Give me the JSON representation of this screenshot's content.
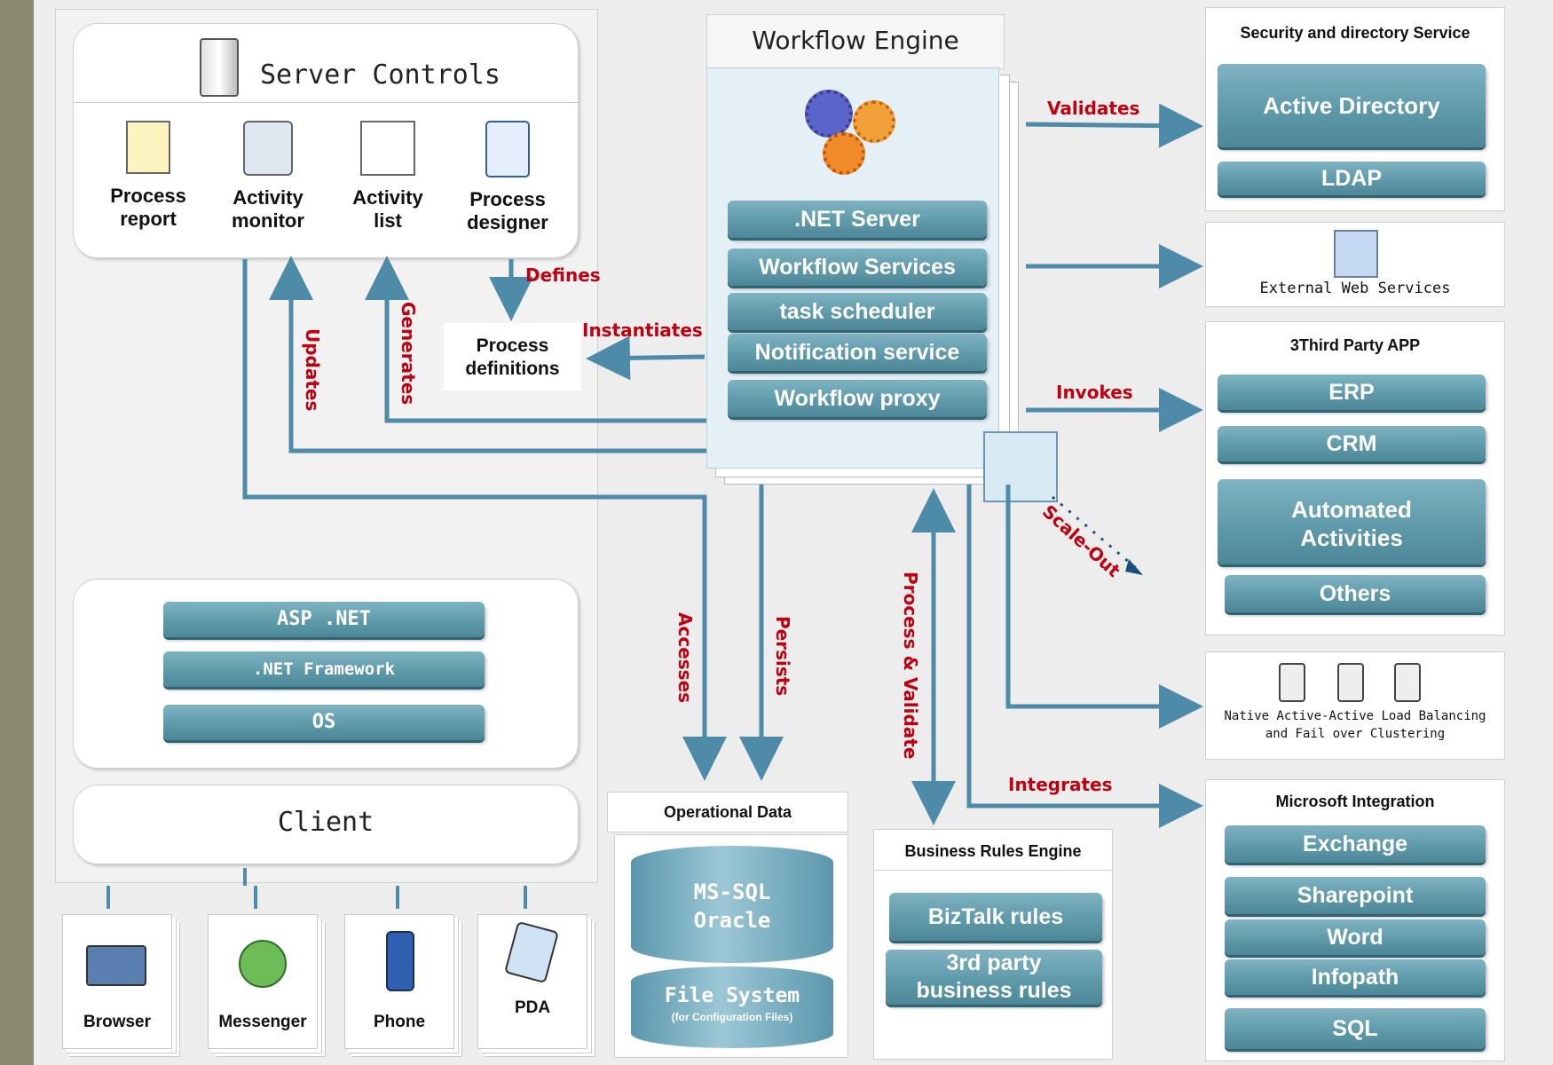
{
  "server_controls": {
    "title": "Server Controls",
    "items": [
      {
        "label_1": "Process",
        "label_2": "report"
      },
      {
        "label_1": "Activity",
        "label_2": "monitor"
      },
      {
        "label_1": "Activity",
        "label_2": "list"
      },
      {
        "label_1": "Process",
        "label_2": "designer"
      }
    ]
  },
  "process_definitions": {
    "line_1": "Process",
    "line_2": "definitions"
  },
  "platform_stack": [
    "ASP .NET",
    ".NET Framework",
    "OS"
  ],
  "client": {
    "title": "Client"
  },
  "devices": [
    "Browser",
    "Messenger",
    "Phone",
    "PDA"
  ],
  "workflow_engine": {
    "title": "Workflow Engine",
    "services": [
      ".NET Server",
      "Workflow Services",
      "task scheduler",
      "Notification service",
      "Workflow proxy"
    ]
  },
  "operational_data": {
    "title": "Operational Data",
    "db": {
      "line_1": "MS-SQL",
      "line_2": "Oracle"
    },
    "fs": {
      "line_1": "File System",
      "line_2": "(for Configuration Files)"
    }
  },
  "business_rules": {
    "title": "Business Rules Engine",
    "items": [
      "BizTalk rules",
      "3rd party business rules"
    ]
  },
  "security": {
    "title": "Security and directory Service",
    "items": [
      "Active Directory",
      "LDAP"
    ]
  },
  "external_web": {
    "label": "External Web Services"
  },
  "third_party": {
    "title": "3Third Party APP",
    "items": [
      "ERP",
      "CRM",
      "Automated Activities",
      "Others"
    ]
  },
  "clustering": {
    "line_1": "Native Active-Active Load Balancing",
    "line_2": "and Fail over Clustering"
  },
  "microsoft": {
    "title": "Microsoft Integration",
    "items": [
      "Exchange",
      "Sharepoint",
      "Word",
      "Infopath",
      "SQL"
    ]
  },
  "arrow_labels": {
    "defines": "Defines",
    "instantiates": "Instantiates",
    "updates": "Updates",
    "generates": "Generates",
    "validates": "Validates",
    "invokes": "Invokes",
    "scale_out": "Scale-Out",
    "accesses": "Accesses",
    "persists": "Persists",
    "process_validate": "Process & Validate",
    "integrates": "Integrates"
  },
  "colors": {
    "accent_teal": "#5f9aab",
    "label_red": "#c00010",
    "arrow_blue": "#4d8ba8"
  }
}
